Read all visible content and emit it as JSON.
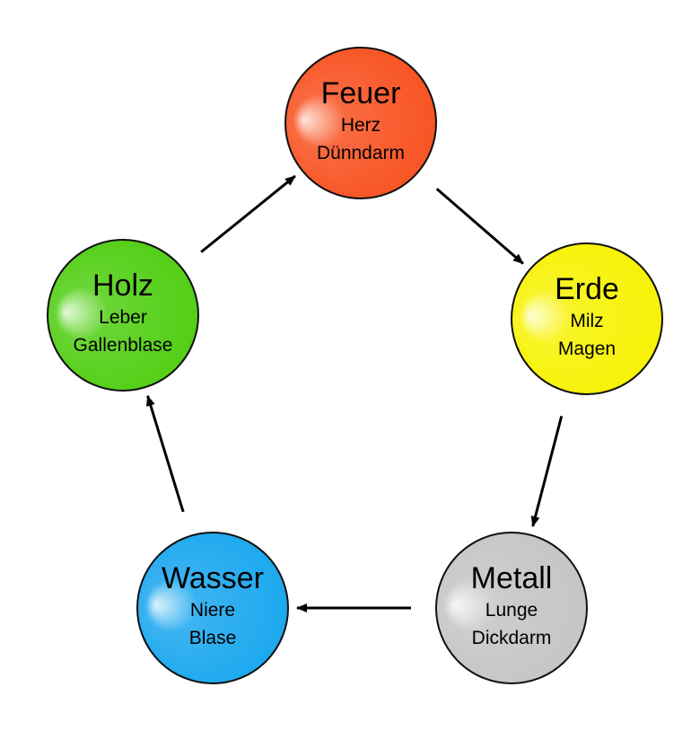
{
  "elements": [
    {
      "id": "feuer",
      "name": "Feuer",
      "organs": [
        "Herz",
        "Dünndarm"
      ],
      "color": "#f8501e"
    },
    {
      "id": "erde",
      "name": "Erde",
      "organs": [
        "Milz",
        "Magen"
      ],
      "color": "#f7f200"
    },
    {
      "id": "metall",
      "name": "Metall",
      "organs": [
        "Lunge",
        "Dickdarm"
      ],
      "color": "#c4c4c4"
    },
    {
      "id": "wasser",
      "name": "Wasser",
      "organs": [
        "Niere",
        "Blase"
      ],
      "color": "#17a6ee"
    },
    {
      "id": "holz",
      "name": "Holz",
      "organs": [
        "Leber",
        "Gallenblase"
      ],
      "color": "#4fcd10"
    }
  ],
  "cycle": [
    {
      "from": "feuer",
      "to": "erde"
    },
    {
      "from": "erde",
      "to": "metall"
    },
    {
      "from": "metall",
      "to": "wasser"
    },
    {
      "from": "wasser",
      "to": "holz"
    },
    {
      "from": "holz",
      "to": "feuer"
    }
  ]
}
